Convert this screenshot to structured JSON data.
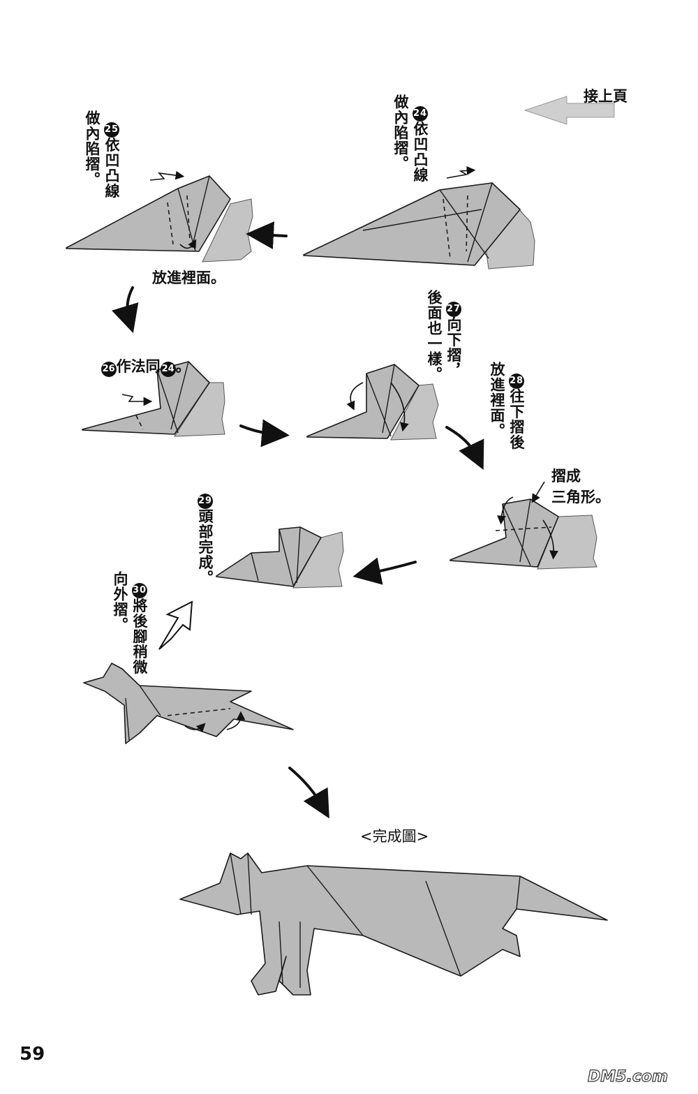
{
  "header": {
    "continue_label": "接上頁"
  },
  "steps": {
    "s24": {
      "num": "24",
      "text": "依凹凸線\n做內陷摺。"
    },
    "s25": {
      "num": "25",
      "text": "依凹凸線\n做內陷摺。"
    },
    "s25_note": "放進裡面。",
    "s26": {
      "num": "26",
      "text": "作法同",
      "ref": "24",
      "end": "。"
    },
    "s27": {
      "num": "27",
      "text": "向下摺，\n後面也一樣。"
    },
    "s28": {
      "num": "28",
      "text": "往下摺後\n放進裡面。"
    },
    "s28_note_1": "摺成",
    "s28_note_2": "三角形。",
    "s29": {
      "num": "29",
      "text": "頭部完成。"
    },
    "s30": {
      "num": "30",
      "text": "將後腳稍微\n向外摺。"
    }
  },
  "final_label": "<完成圖>",
  "page_number": "59",
  "watermark": "DM5.com"
}
